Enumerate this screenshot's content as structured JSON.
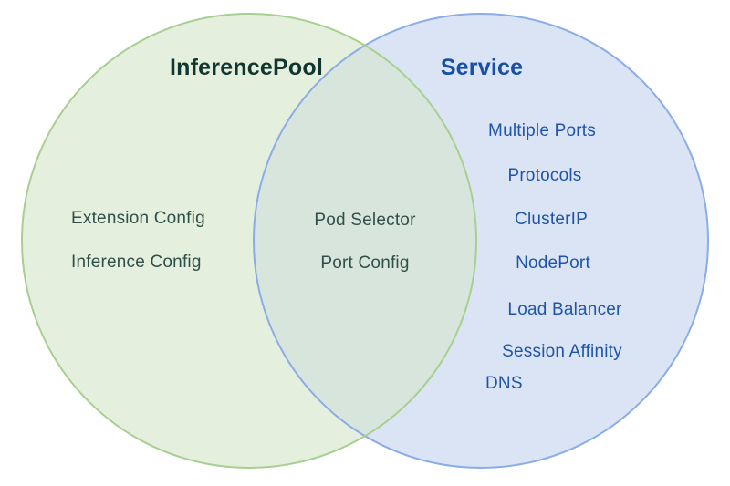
{
  "diagram": {
    "type": "venn",
    "left": {
      "title": "InferencePool",
      "items": [
        "Extension Config",
        "Inference Config"
      ]
    },
    "overlap": {
      "items": [
        "Pod Selector",
        "Port Config"
      ]
    },
    "right": {
      "title": "Service",
      "items": [
        "Multiple Ports",
        "Protocols",
        "ClusterIP",
        "NodePort",
        "Load Balancer",
        "Session Affinity",
        "DNS"
      ]
    },
    "colors": {
      "left_fill": "#e5efde",
      "left_stroke": "#a9cf90",
      "right_fill": "#dbe4f4",
      "right_stroke": "#8aace8",
      "overlap_fill": "#d8e5dc",
      "left_title_text": "#11362f",
      "left_item_text": "#2f4f48",
      "right_title_text": "#174ea6",
      "right_item_text": "#1e55ab"
    }
  }
}
